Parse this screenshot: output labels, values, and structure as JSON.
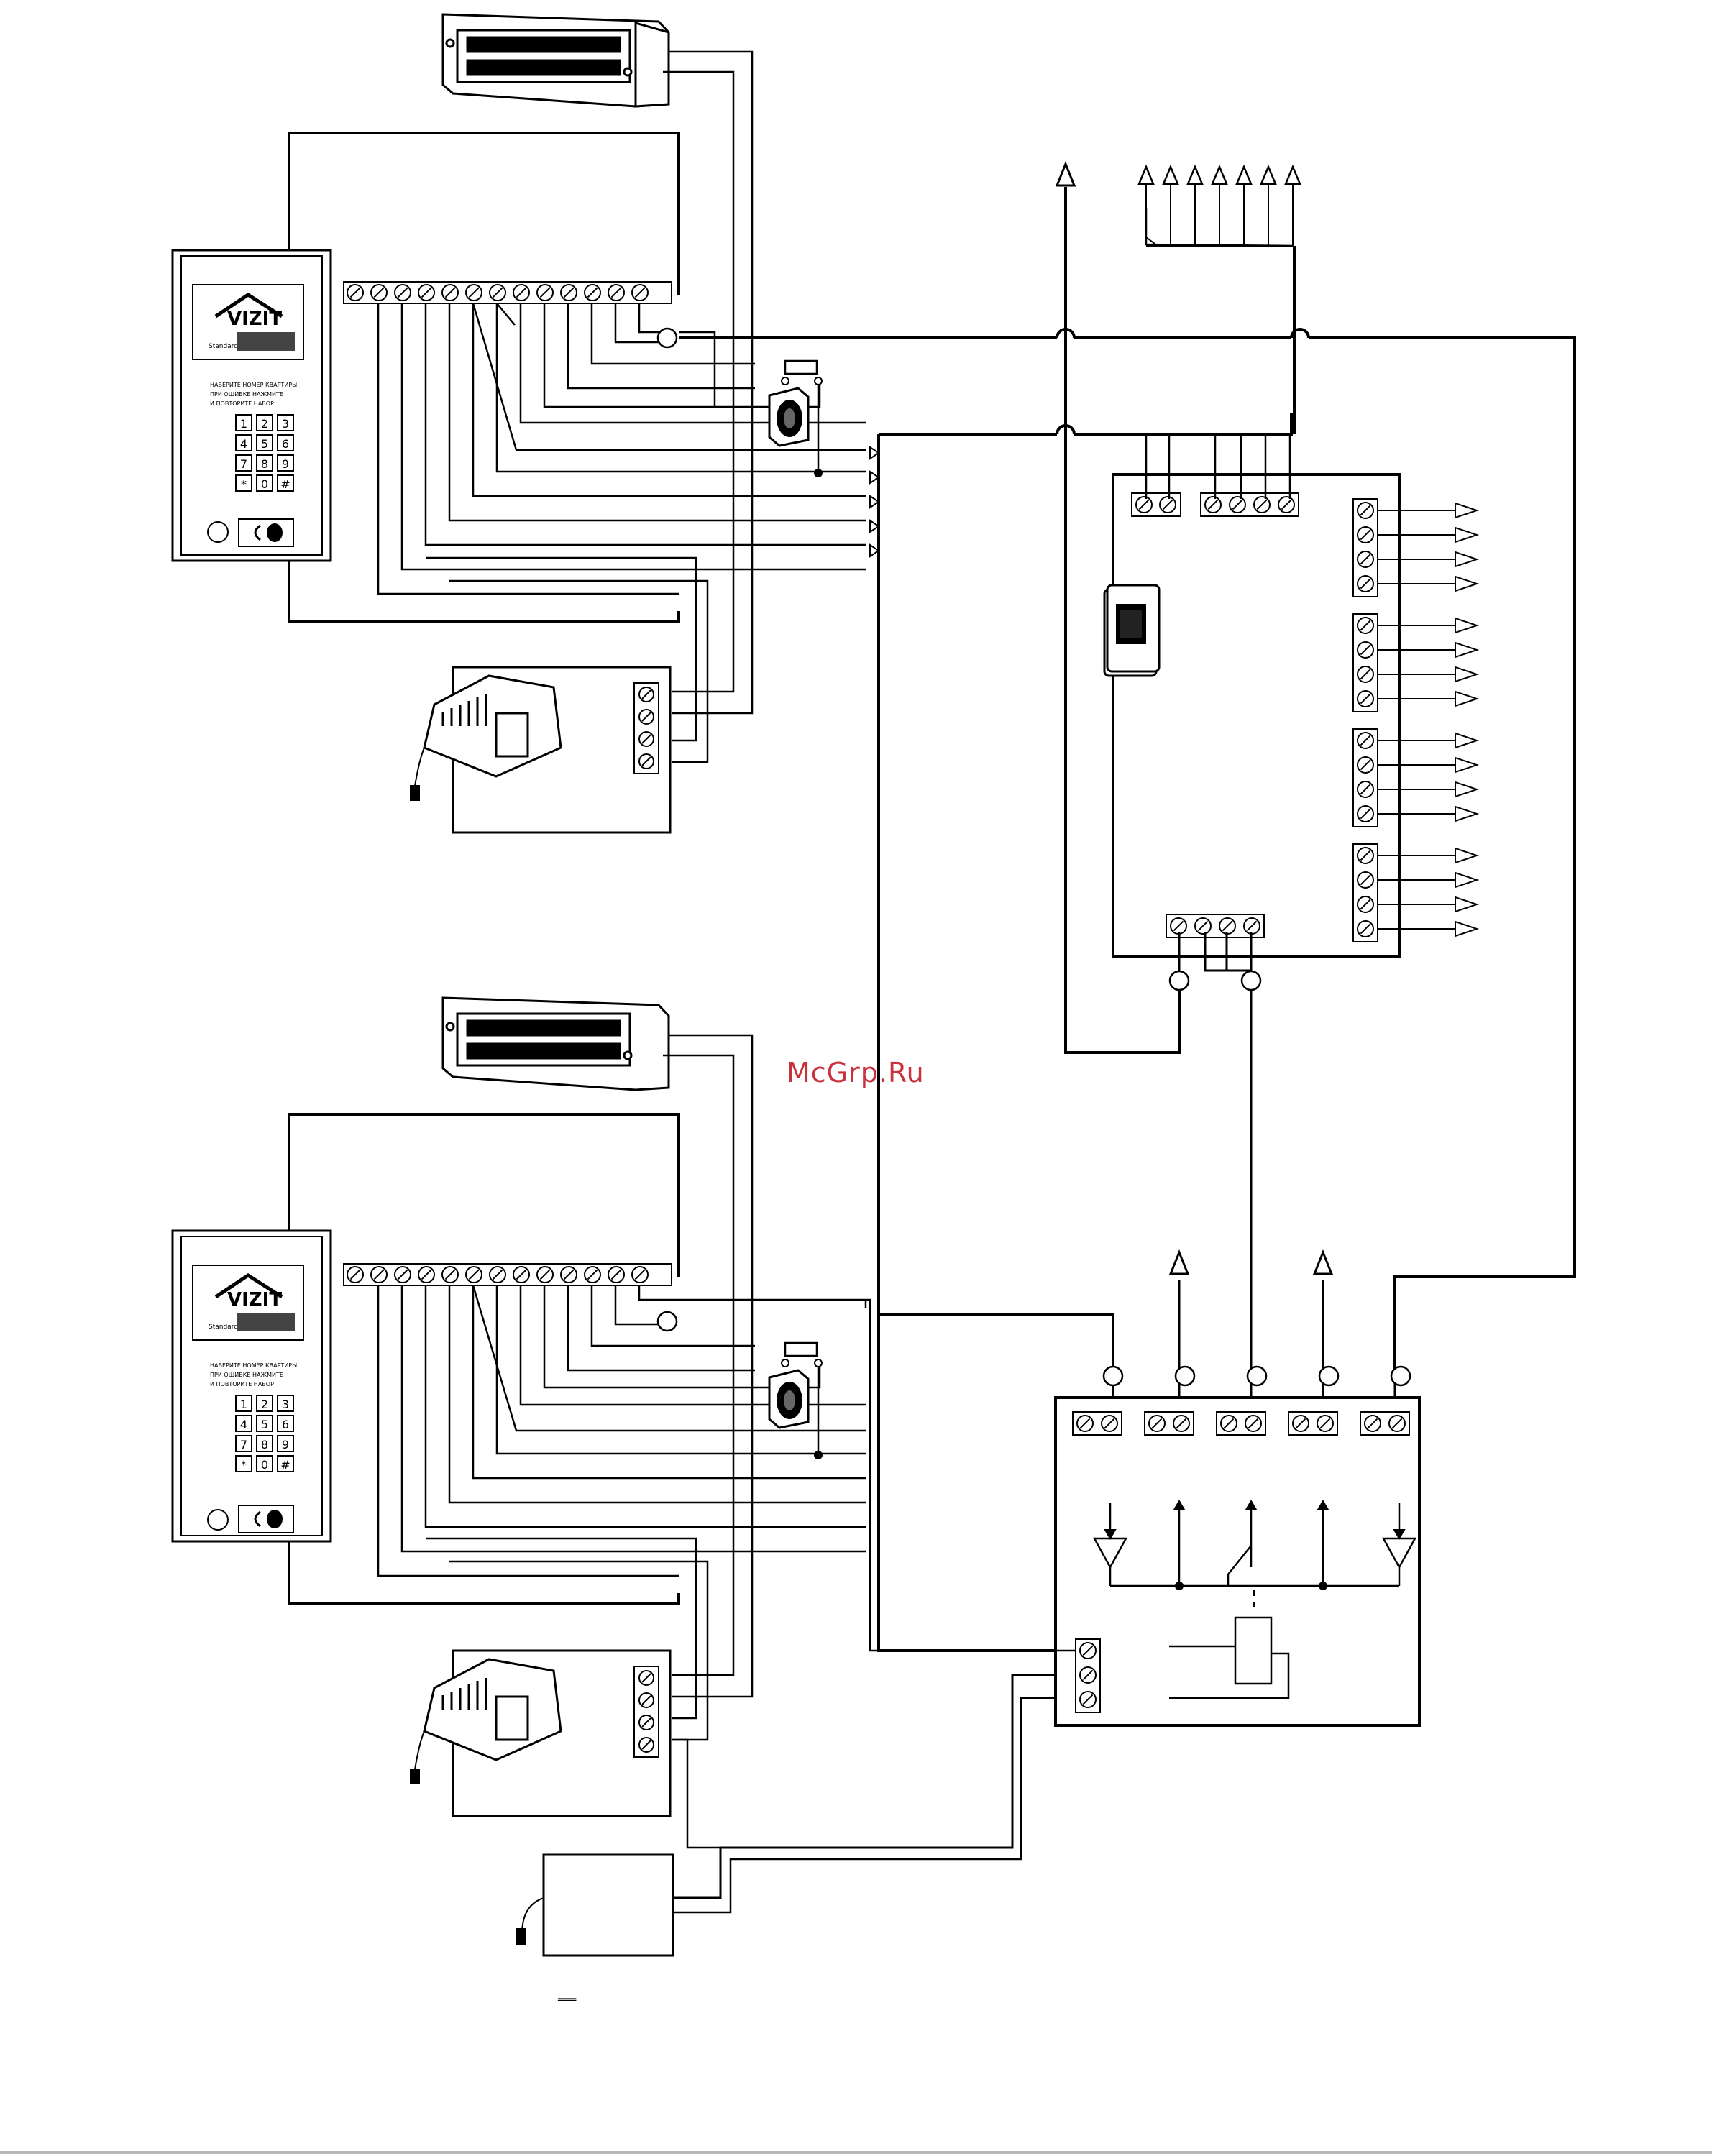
{
  "watermark": "McGrp.Ru",
  "panels": [
    {
      "brand": "VIZIT",
      "model": "Standard",
      "instructions": [
        "НАБЕРИТЕ НОМЕР КВАРТИРЫ",
        "ПРИ ОШИБКЕ НАЖМИТЕ",
        "И ПОВТОРИТЕ НАБОР"
      ],
      "keys": [
        "1",
        "2",
        "3",
        "4",
        "5",
        "6",
        "7",
        "8",
        "9",
        "*",
        "0",
        "#"
      ]
    },
    {
      "brand": "VIZIT",
      "model": "Standard",
      "instructions": [
        "НАБЕРИТЕ НОМЕР КВАРТИРЫ",
        "ПРИ ОШИБКЕ НАЖМИТЕ",
        "И ПОВТОРИТЕ НАБОР"
      ],
      "keys": [
        "1",
        "2",
        "3",
        "4",
        "5",
        "6",
        "7",
        "8",
        "9",
        "*",
        "0",
        "#"
      ]
    }
  ],
  "dc_symbol": "═══",
  "colors": {
    "line": "#000000",
    "watermark": "#c8323c"
  }
}
